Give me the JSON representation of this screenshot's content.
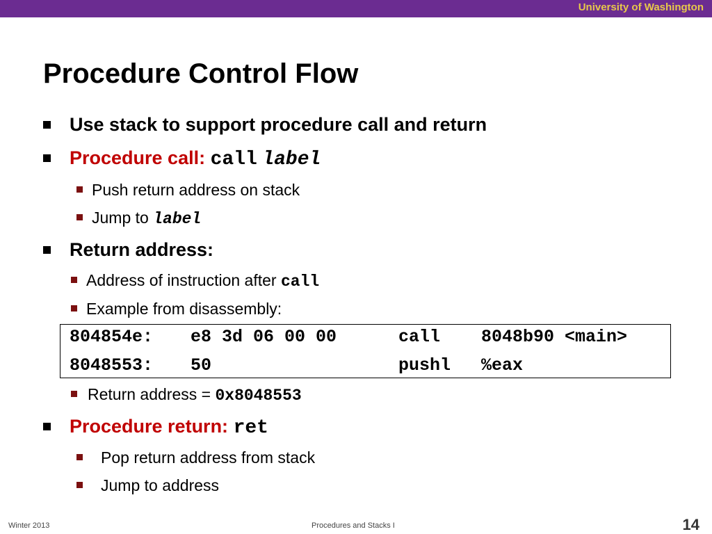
{
  "header": {
    "institution": "University of Washington",
    "bar_color": "#6b2c91",
    "text_color": "#e7c84a"
  },
  "slide": {
    "title": "Procedure Control Flow",
    "bullets": {
      "b1": "Use stack to support procedure call and return",
      "b2_label": "Procedure call:",
      "b2_code": "call",
      "b2_arg": "label",
      "b2_sub1": "Push return address on stack",
      "b2_sub2_text": "Jump to",
      "b2_sub2_code": "label",
      "b3": "Return address:",
      "b3_sub1_text": "Address of instruction after",
      "b3_sub1_code": "call",
      "b3_sub2": "Example from disassembly:",
      "b3_sub3_text": "Return address =",
      "b3_sub3_code": "0x8048553",
      "b4_label": "Procedure return:",
      "b4_code": "ret",
      "b4_sub1": "Pop return address from stack",
      "b4_sub2": "Jump to address"
    },
    "disassembly": [
      {
        "addr": "804854e:",
        "bytes": "e8 3d 06 00 00",
        "op": "call",
        "arg": "8048b90 <main>"
      },
      {
        "addr": "8048553:",
        "bytes": "50",
        "op": "pushl",
        "arg": "%eax"
      }
    ],
    "accent_color": "#c00000"
  },
  "footer": {
    "left": "Winter 2013",
    "center": "Procedures and Stacks I",
    "page": "14"
  }
}
